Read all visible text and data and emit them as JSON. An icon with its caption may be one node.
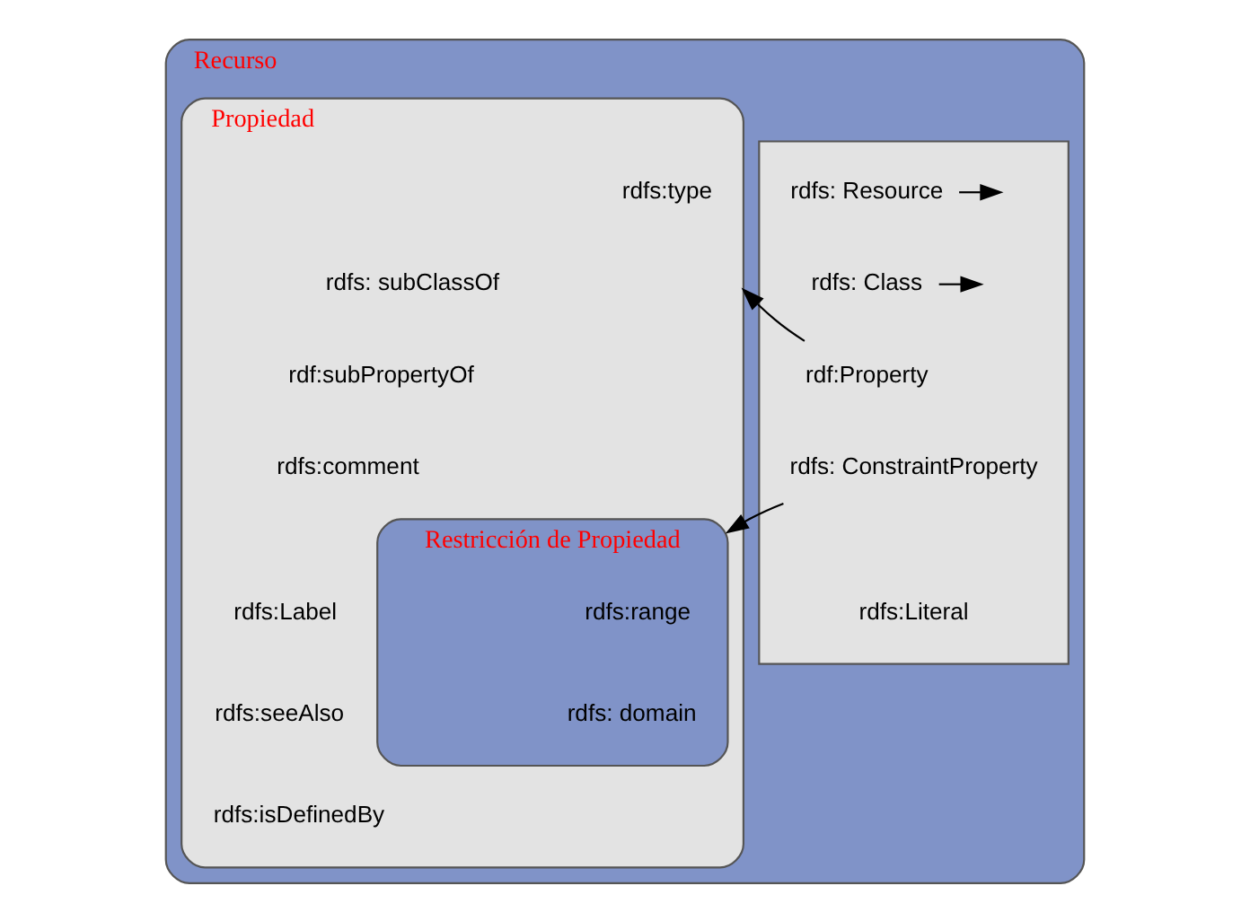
{
  "diagram": {
    "nodes": [
      {
        "text": [
          "Recurso"
        ]
      },
      {
        "text": [],
        "shape": "box",
        "in": 0
      },
      {
        "text": [
          "rdfs: Resource"
        ],
        "in": 1
      },
      {
        "text": [
          "rdfs: Class"
        ],
        "in": 1
      },
      {
        "text": [
          "rdf:Property"
        ],
        "in": 1
      },
      {
        "text": [
          "rdfs: ConstraintProperty"
        ],
        "in": 1
      },
      {
        "text": [
          "rdfs:Literal"
        ],
        "in": 1
      },
      {
        "text": [
          "Propiedad"
        ],
        "in": 0
      },
      {
        "text": [
          "rdfs:type"
        ],
        "in": 7
      },
      {
        "text": [
          "rdfs: subClassOf"
        ],
        "in": 7
      },
      {
        "text": [
          "rdf:subPropertyOf"
        ],
        "in": 7
      },
      {
        "text": [
          "rdfs:comment"
        ],
        "in": 7
      },
      {
        "text": [
          "rdfs:Label"
        ],
        "in": 7
      },
      {
        "text": [
          "rdfs:seeAlso"
        ],
        "in": 7
      },
      {
        "text": [
          "rdfs:isDefinedBy"
        ],
        "in": 7
      },
      {
        "text": [
          "Restricción de Propiedad"
        ],
        "in": 7
      },
      {
        "text": [
          "rdfs:range"
        ],
        "in": 15
      },
      {
        "text": [
          "rdfs: domain"
        ],
        "in": 15
      }
    ],
    "edges": [
      {
        "from": 2,
        "to": null,
        "arrow": "to"
      },
      {
        "from": 3,
        "to": null,
        "arrow": "to"
      },
      {
        "from": 4,
        "to": 7,
        "arrow": "to"
      },
      {
        "from": 5,
        "to": 15,
        "arrow": "to"
      }
    ]
  }
}
